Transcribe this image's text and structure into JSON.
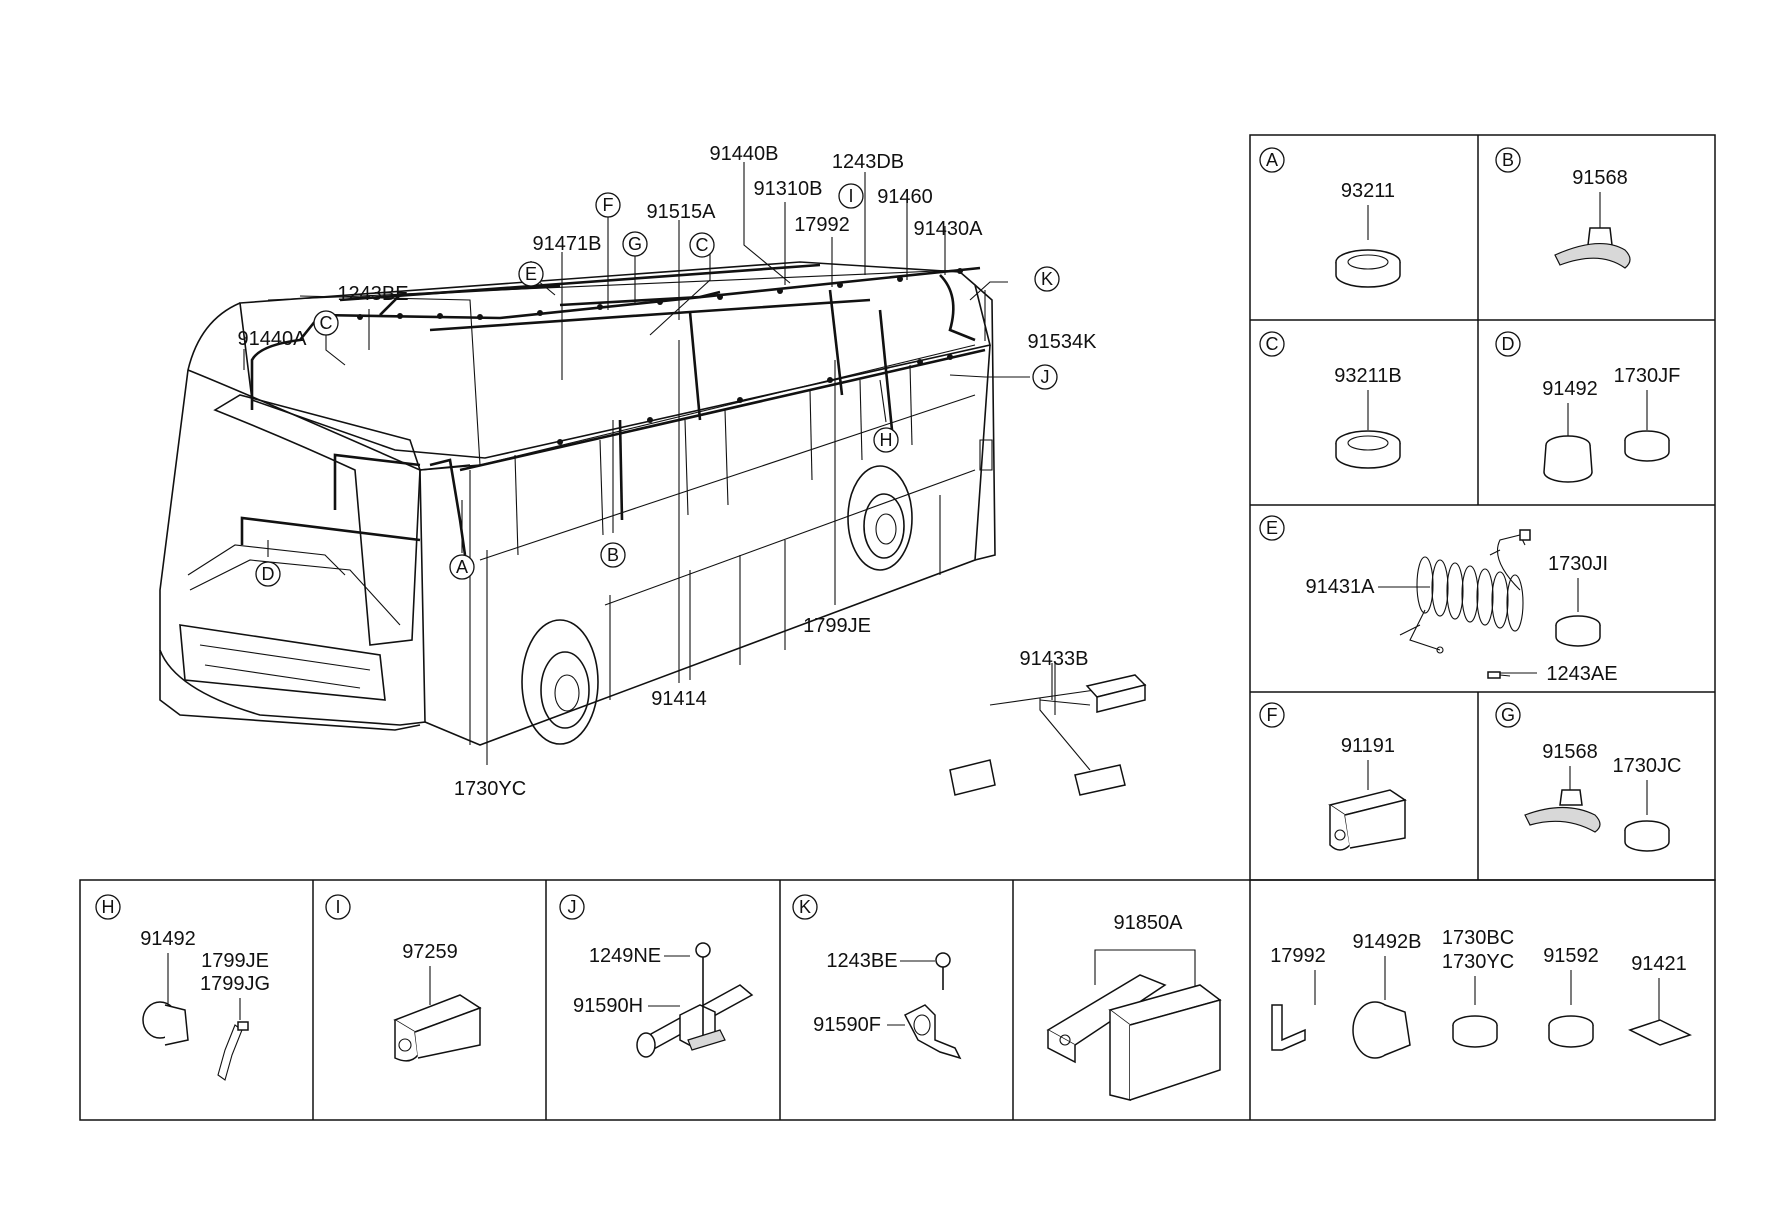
{
  "main_view": {
    "labels": {
      "l91440B": "91440B",
      "l1243DB": "1243DB",
      "l91310B": "91310B",
      "l91460": "91460",
      "l17992": "17992",
      "l91430A": "91430A",
      "l91515A": "91515A",
      "l91471B": "91471B",
      "l1243BE": "1243BE",
      "l91440A": "91440A",
      "l91534K": "91534K",
      "l1799JE": "1799JE",
      "l91414": "91414",
      "l1730YC": "1730YC",
      "l91433B": "91433B"
    },
    "callouts": {
      "F": "F",
      "I": "I",
      "G": "G",
      "C1": "C",
      "E": "E",
      "C2": "C",
      "K": "K",
      "J": "J",
      "H": "H",
      "A": "A",
      "B": "B",
      "D": "D"
    }
  },
  "detail_panels": {
    "A": {
      "letter": "A",
      "parts": [
        "93211"
      ]
    },
    "B": {
      "letter": "B",
      "parts": [
        "91568"
      ]
    },
    "C": {
      "letter": "C",
      "parts": [
        "93211B"
      ]
    },
    "D": {
      "letter": "D",
      "parts": [
        "91492",
        "1730JF"
      ]
    },
    "E": {
      "letter": "E",
      "parts": [
        "91431A",
        "1730JI",
        "1243AE"
      ]
    },
    "F": {
      "letter": "F",
      "parts": [
        "91191"
      ]
    },
    "G": {
      "letter": "G",
      "parts": [
        "91568",
        "1730JC"
      ]
    },
    "H": {
      "letter": "H",
      "parts": [
        "91492",
        "1799JE",
        "1799JG"
      ]
    },
    "I": {
      "letter": "I",
      "parts": [
        "97259"
      ]
    },
    "J": {
      "letter": "J",
      "parts": [
        "1249NE",
        "91590H"
      ]
    },
    "K": {
      "letter": "K",
      "parts": [
        "1243BE",
        "91590F"
      ]
    },
    "misc1": {
      "parts": [
        "91850A"
      ]
    },
    "misc2": {
      "parts": [
        "17992",
        "91492B",
        "1730BC",
        "1730YC",
        "91592",
        "91421"
      ]
    }
  }
}
